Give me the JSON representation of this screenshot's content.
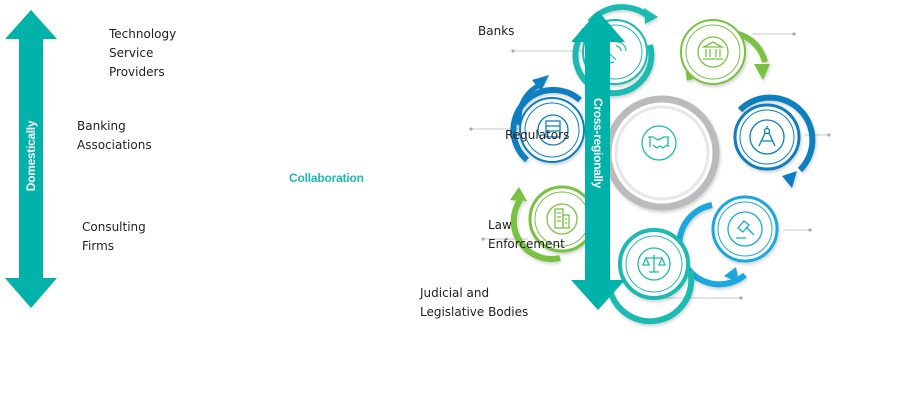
{
  "diagram": {
    "left_axis": {
      "label": "Domestically",
      "color": "#00b2a9"
    },
    "right_axis": {
      "label": "Cross-regionally",
      "color": "#00b2a9"
    },
    "center": {
      "label": "Collaboration",
      "icon": "handshake-icon",
      "color": "#1dbab0"
    },
    "domestic_actors": [
      {
        "lines": [
          "Technology",
          "Service",
          "Providers"
        ]
      },
      {
        "lines": [
          "Banking",
          "Associations"
        ]
      },
      {
        "lines": [
          "Consulting",
          "Firms"
        ]
      }
    ],
    "cross_regional_actors": [
      {
        "lines": [
          "Banks"
        ],
        "icon": "satellite-dish-icon",
        "color": "#1dbab0"
      },
      {
        "lines": [
          "Regulators"
        ],
        "icon": "abacus-icon",
        "color": "#0a7fc0"
      },
      {
        "lines": [
          "Law",
          "Enforcement"
        ],
        "icon": "buildings-icon",
        "color": "#7ac143"
      },
      {
        "lines": [
          "Judicial and",
          "Legislative Bodies"
        ],
        "icon": "scales-icon",
        "color": "#1dbab0"
      }
    ],
    "ring_colors": {
      "teal": "#1dbab0",
      "green": "#7ac143",
      "blue": "#0a7fc0",
      "light_blue": "#1aa7e0",
      "gray": "#b9bbbd"
    }
  }
}
